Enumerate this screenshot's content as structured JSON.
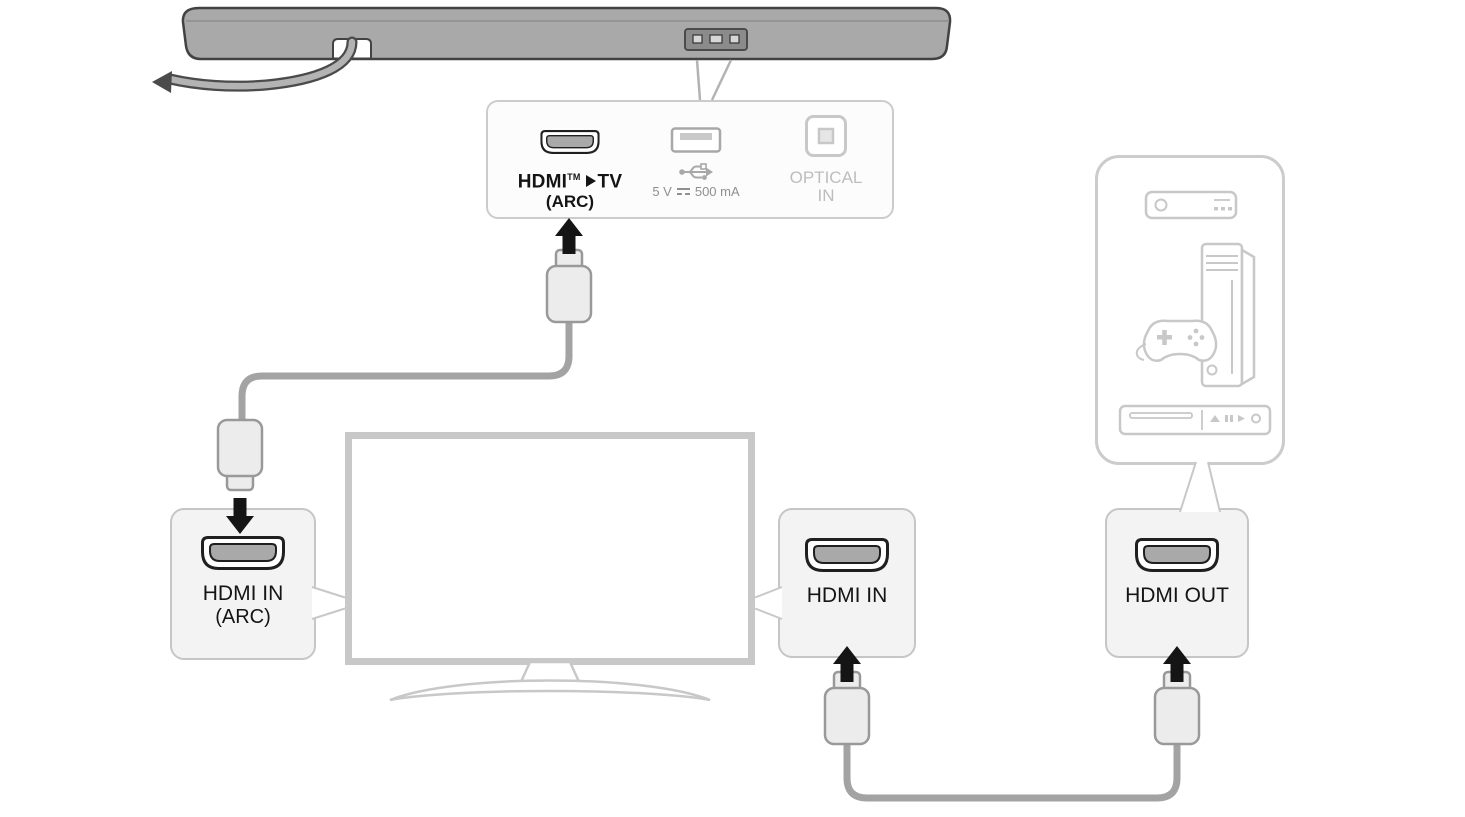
{
  "diagram": {
    "soundbar_ports_panel": {
      "hdmi_label": "HDMI",
      "hdmi_superscript": "TM",
      "hdmi_target": "TV",
      "hdmi_sub_label": "(ARC)",
      "usb_voltage": "5 V",
      "usb_current": "500 mA",
      "optical_label_line1": "OPTICAL",
      "optical_label_line2": "IN"
    },
    "tv_arc_port_box": {
      "label_line1": "HDMI IN",
      "label_line2": "(ARC)"
    },
    "tv_in_port_box": {
      "label": "HDMI IN"
    },
    "device_out_port_box": {
      "label": "HDMI OUT"
    }
  },
  "colors": {
    "active_outline": "#1f1f1f",
    "inactive_gray": "#c8c8c8",
    "muted_text": "#8f8f8f",
    "optical_text": "#bdbdbd",
    "cable_gray": "#a3a3a3",
    "soundbar_gray": "#a9a9a9",
    "panel_fill": "#f3f3f3",
    "arrow_black": "#151515"
  }
}
